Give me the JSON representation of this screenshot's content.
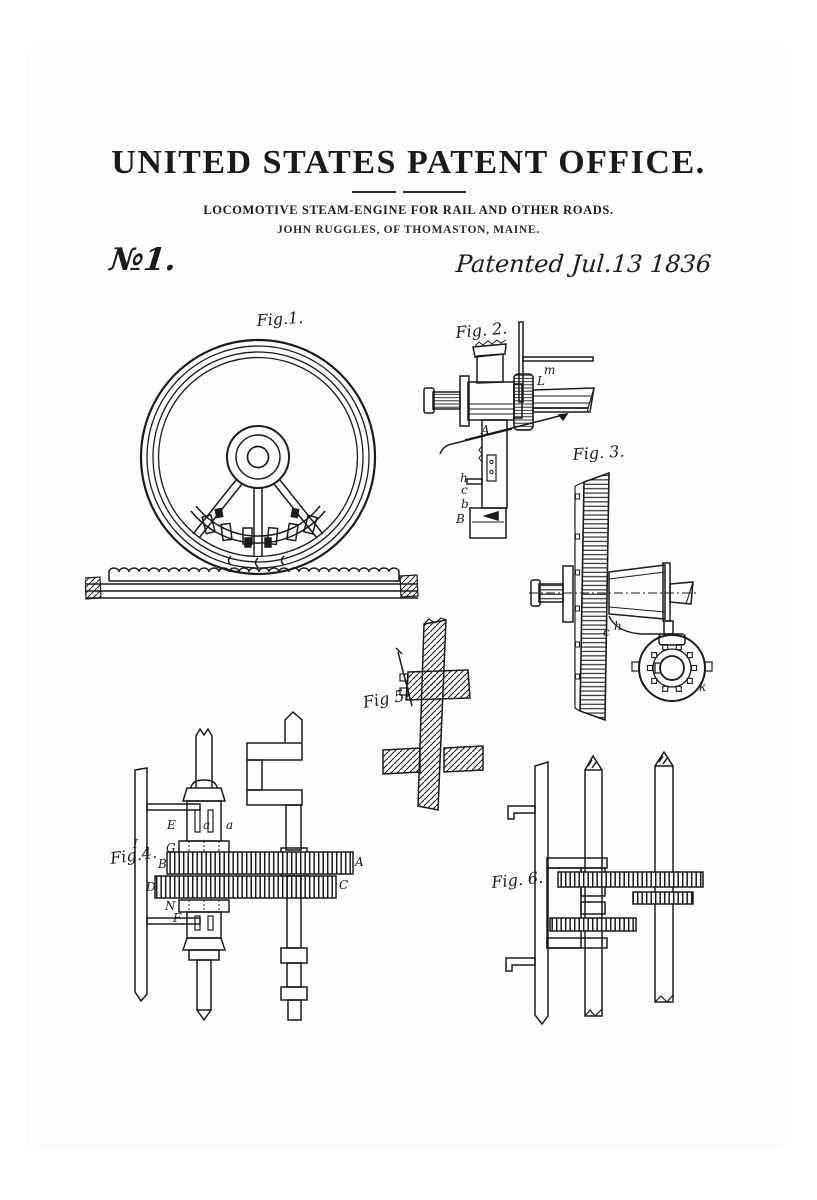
{
  "header": {
    "office_title": "UNITED STATES PATENT OFFICE.",
    "invention_title": "LOCOMOTIVE STEAM-ENGINE FOR RAIL AND OTHER ROADS.",
    "inventor_line": "JOHN RUGGLES, OF THOMASTON, MAINE.",
    "patent_number": "№1.",
    "patent_date": "Patented Jul.13 1836"
  },
  "figures": {
    "fig1": {
      "label": "Fig.1."
    },
    "fig2": {
      "label": "Fig. 2.",
      "parts": [
        "m",
        "L",
        "A",
        "h",
        "c",
        "b",
        "B"
      ]
    },
    "fig3": {
      "label": "Fig. 3.",
      "parts": [
        "c",
        "h",
        "k"
      ]
    },
    "fig4": {
      "label": "Fig.4.",
      "parts": [
        "I",
        "E",
        "G",
        "a",
        "a",
        "B",
        "A",
        "D",
        "C",
        "N",
        "F"
      ]
    },
    "fig5": {
      "label": "Fig 5."
    },
    "fig6": {
      "label": "Fig. 6."
    }
  },
  "colors": {
    "ink": "#1b1b1b",
    "paper": "#fdfdfe"
  }
}
